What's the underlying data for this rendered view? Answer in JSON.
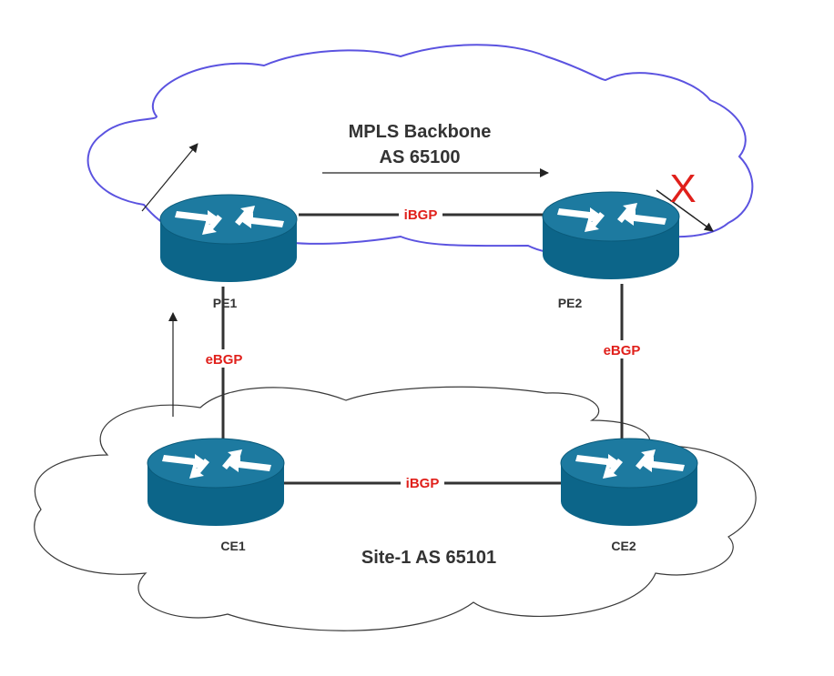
{
  "colors": {
    "mpls_cloud_stroke": "#5b53e0",
    "site_cloud_stroke": "#3a3a3a",
    "router_fill": "#0c6589",
    "router_top": "#1d7aa0",
    "link_label": "#e0201b",
    "failure_mark": "#e0201b",
    "text": "#333333"
  },
  "clouds": {
    "mpls": {
      "line1": "MPLS Backbone",
      "line2": "AS 65100"
    },
    "site": {
      "label": "Site-1 AS 65101"
    }
  },
  "routers": {
    "pe1": {
      "label": "PE1",
      "icon": "router-icon"
    },
    "pe2": {
      "label": "PE2",
      "icon": "router-icon"
    },
    "ce1": {
      "label": "CE1",
      "icon": "router-icon"
    },
    "ce2": {
      "label": "CE2",
      "icon": "router-icon"
    }
  },
  "links": {
    "pe1_pe2": "iBGP",
    "ce1_ce2": "iBGP",
    "pe1_ce1": "eBGP",
    "pe2_ce2": "eBGP"
  },
  "failure": {
    "mark": "X"
  }
}
